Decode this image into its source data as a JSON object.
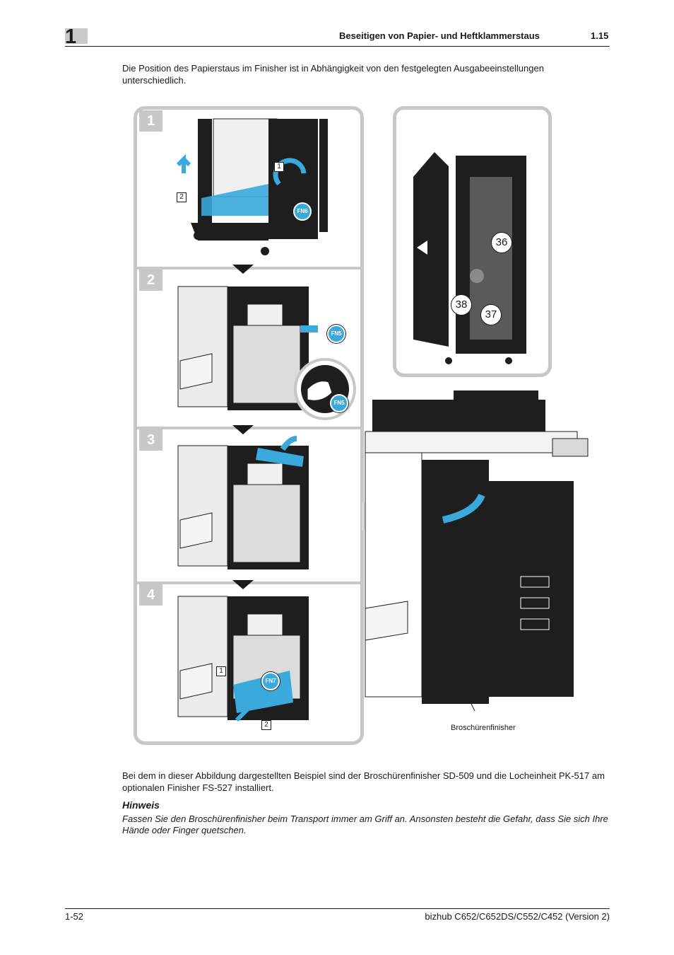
{
  "header": {
    "chapter_number": "1",
    "title": "Beseitigen von Papier- und Heftklammerstaus",
    "section": "1.15"
  },
  "intro_text": "Die Position des Papierstaus im Finisher ist in Abhängigkeit von den festgelegten Ausgabeeinstellungen unterschiedlich.",
  "figure": {
    "steps": [
      {
        "number": "1",
        "callouts": [
          "1",
          "2"
        ],
        "badges": [
          "FN6"
        ]
      },
      {
        "number": "2",
        "callouts": [],
        "badges": [
          "FN5",
          "FN5"
        ]
      },
      {
        "number": "3",
        "callouts": [],
        "badges": []
      },
      {
        "number": "4",
        "callouts": [
          "1",
          "2"
        ],
        "badges": [
          "FN7"
        ]
      }
    ],
    "detail_numbers": [
      "36",
      "38",
      "37"
    ],
    "machine_label": "Broschürenfinisher",
    "colors": {
      "frame": "#c7c7c7",
      "accent": "#3aa9dc",
      "machine": "#1e1e1e"
    }
  },
  "body_text": "Bei dem in dieser Abbildung dargestellten Beispiel sind der Broschürenfinisher SD-509 und die Locheinheit PK-517 am optionalen Finisher FS-527 installiert.",
  "note": {
    "title": "Hinweis",
    "text": "Fassen Sie den Broschürenfinisher beim Transport immer am Griff an. Ansonsten besteht die Gefahr, dass Sie sich Ihre Hände oder Finger quetschen."
  },
  "footer": {
    "page": "1-52",
    "product": "bizhub C652/C652DS/C552/C452 (Version 2)"
  }
}
